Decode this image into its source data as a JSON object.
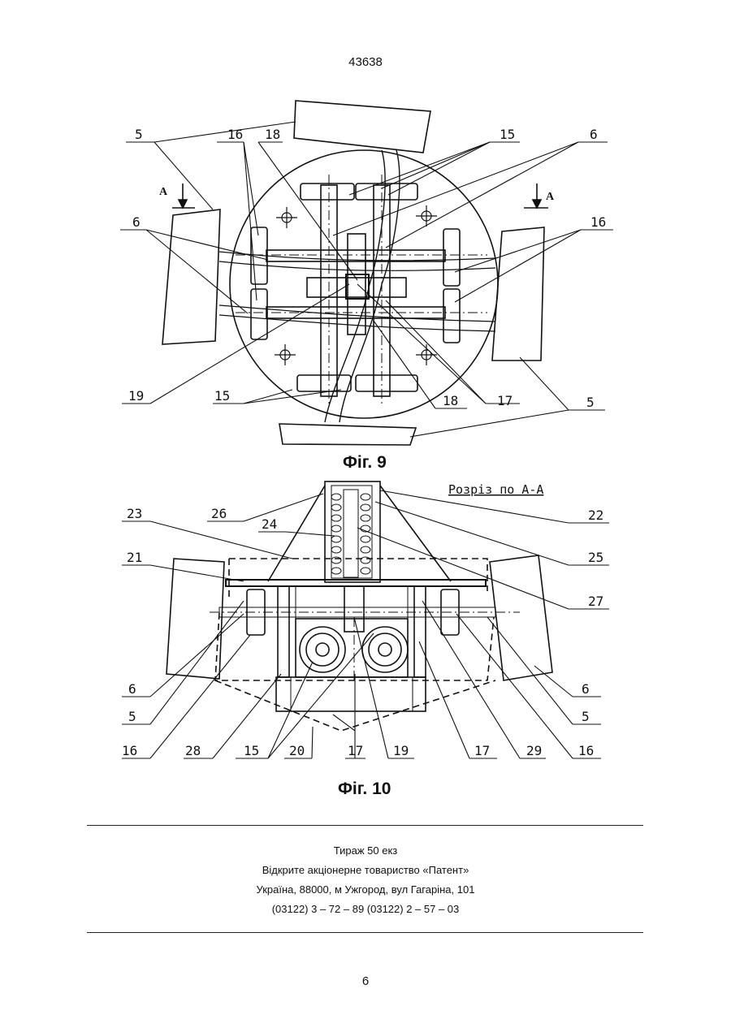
{
  "doc_number": "43638",
  "figures": {
    "fig9": {
      "caption": "Фіг. 9",
      "section_marker": "А",
      "labels": [
        "5",
        "16",
        "18",
        "15",
        "6",
        "6",
        "16",
        "19",
        "15",
        "18",
        "17",
        "5"
      ]
    },
    "fig10": {
      "caption": "Фіг. 10",
      "section_title": "Розріз по А-А",
      "labels": [
        "23",
        "26",
        "22",
        "24",
        "21",
        "25",
        "27",
        "6",
        "5",
        "16",
        "28",
        "15",
        "20",
        "17",
        "19",
        "17",
        "29",
        "16",
        "6",
        "5"
      ]
    }
  },
  "imprint": {
    "line1": "Тираж 50 екз",
    "line2": "Відкрите акціонерне товариство «Патент»",
    "line3": "Україна, 88000, м  Ужгород, вул  Гагаріна, 101",
    "line4": "(03122) 3 – 72 – 89   (03122) 2 – 57 – 03"
  },
  "page_number": "6"
}
